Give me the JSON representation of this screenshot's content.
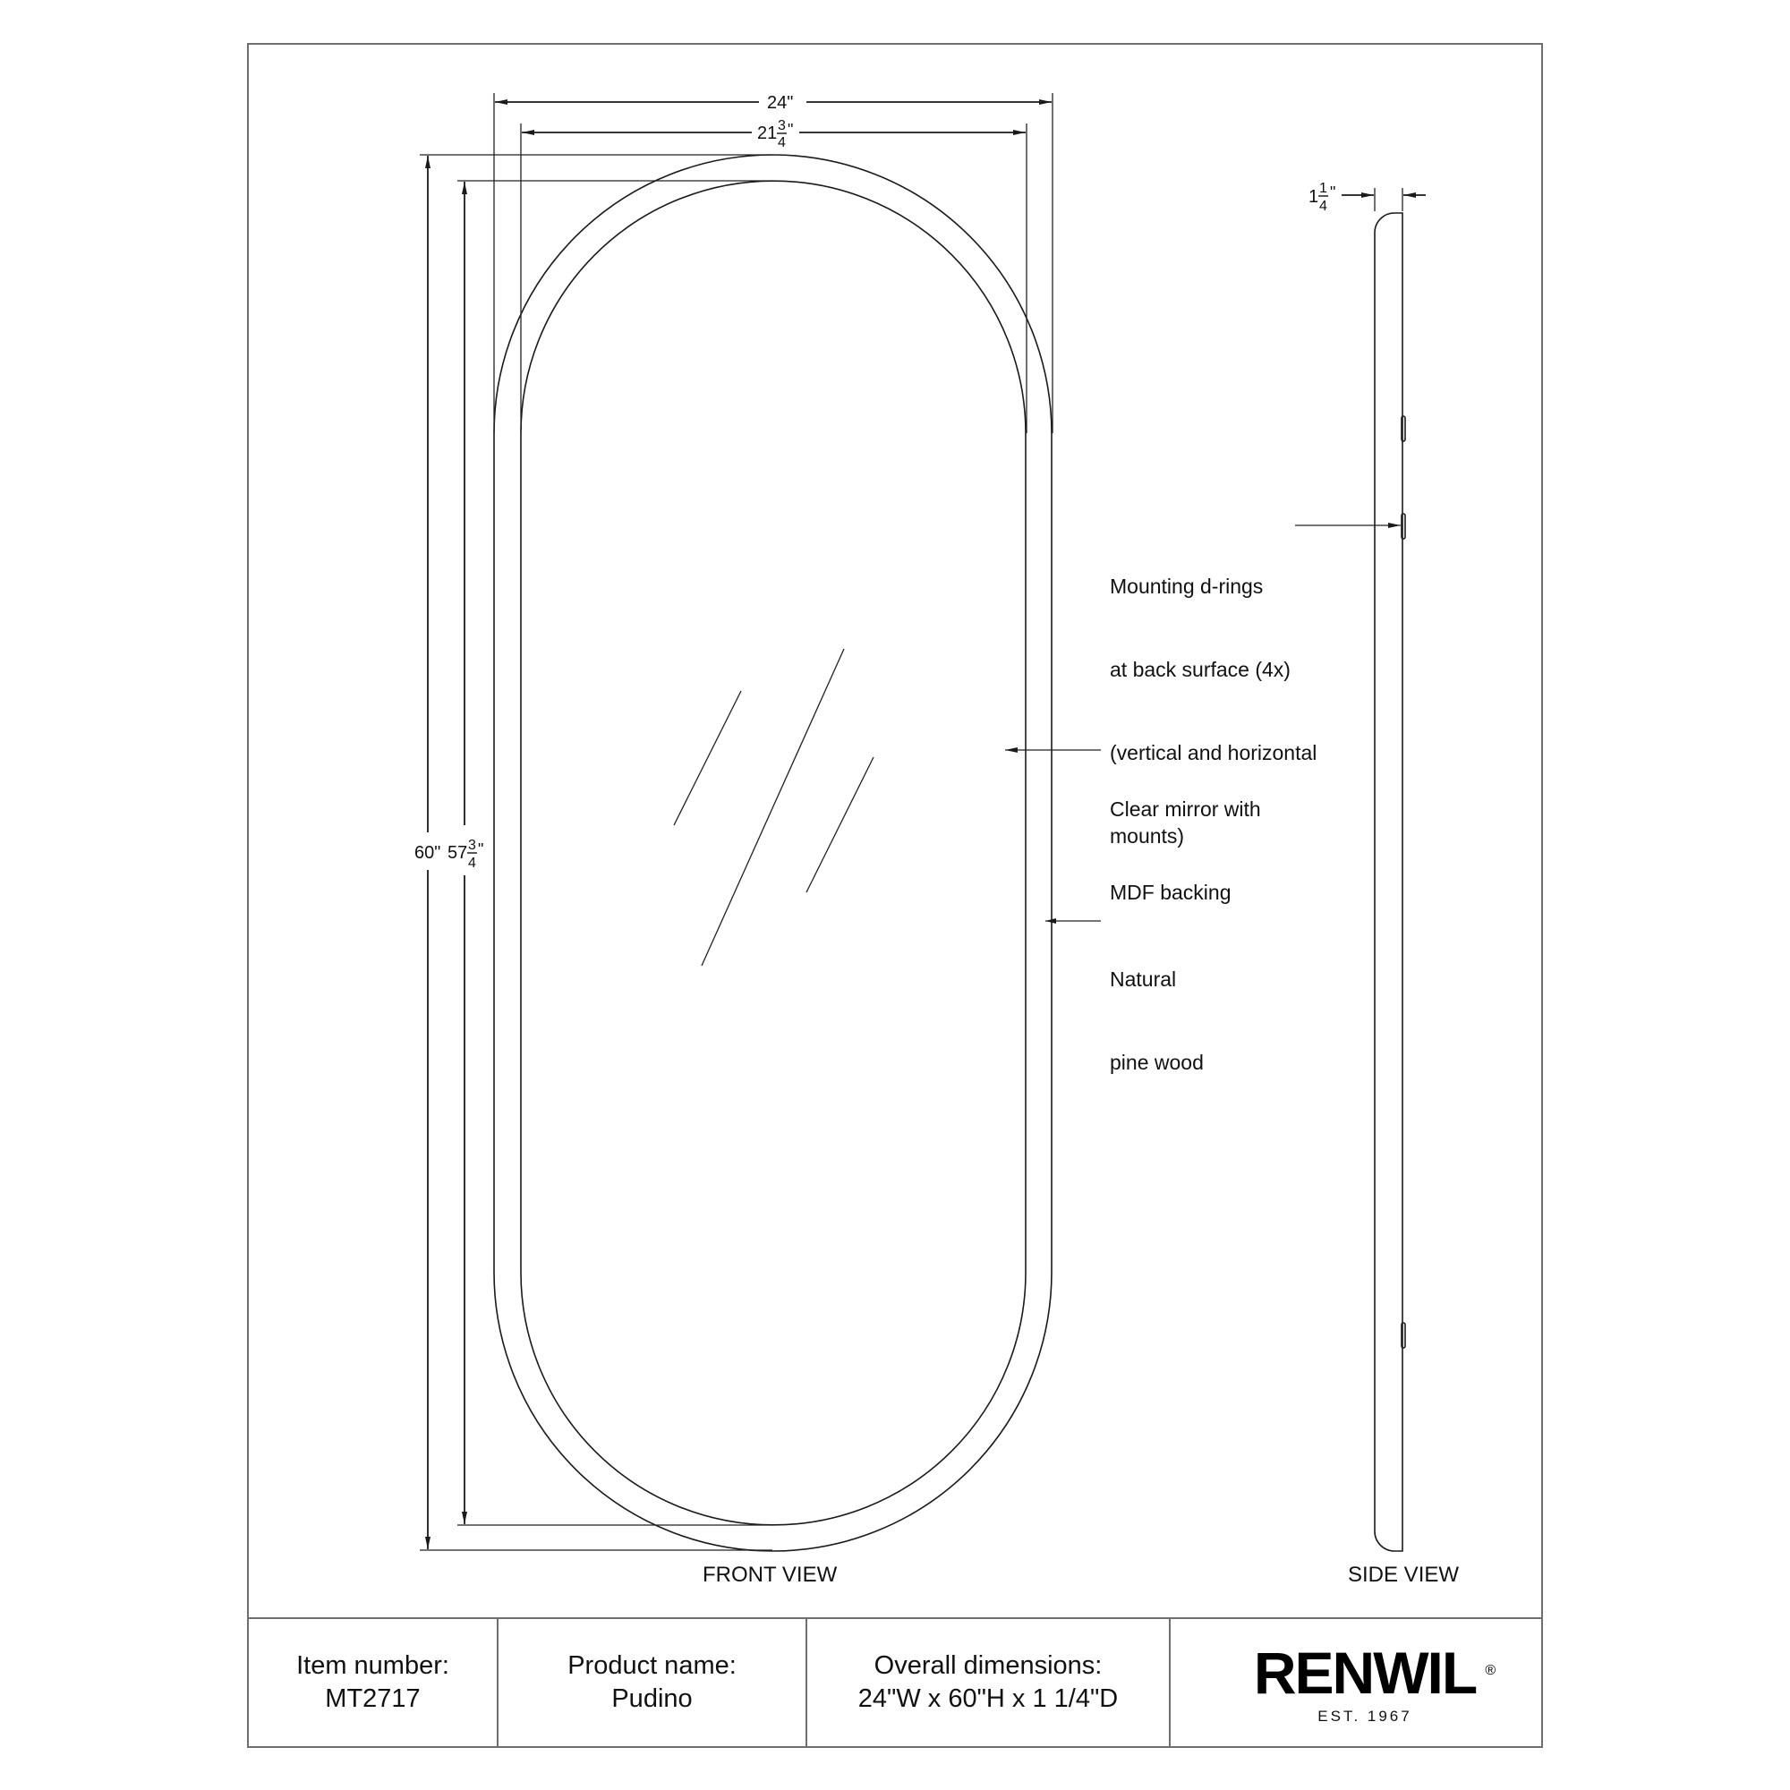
{
  "drawing": {
    "views": {
      "front": {
        "label": "FRONT VIEW"
      },
      "side": {
        "label": "SIDE VIEW"
      }
    },
    "dimensions": {
      "overall_width": {
        "whole": "24",
        "unit": "\""
      },
      "inner_width": {
        "whole": "21",
        "numerator": "3",
        "denominator": "4",
        "unit": "\""
      },
      "overall_height": {
        "whole": "60",
        "unit": "\""
      },
      "inner_height": {
        "whole": "57",
        "numerator": "3",
        "denominator": "4",
        "unit": "\""
      },
      "depth": {
        "whole": "1",
        "numerator": "1",
        "denominator": "4",
        "unit": "\""
      }
    },
    "callouts": [
      {
        "id": "d-rings",
        "lines": [
          "Mounting d-rings",
          "at back surface (4x)",
          "(vertical and horizontal",
          "mounts)"
        ]
      },
      {
        "id": "mirror",
        "lines": [
          "Clear mirror with",
          "MDF backing"
        ]
      },
      {
        "id": "frame",
        "lines": [
          "Natural",
          "pine wood"
        ]
      }
    ],
    "colors": {
      "line": "#1a1a1a",
      "border": "#6e6e6e",
      "background": "#ffffff"
    }
  },
  "title_block": {
    "item_number": {
      "label": "Item number:",
      "value": "MT2717"
    },
    "product_name": {
      "label": "Product name:",
      "value": "Pudino"
    },
    "overall_dimensions": {
      "label": "Overall dimensions:",
      "value": "24\"W x 60\"H x 1 1/4\"D"
    },
    "brand": {
      "name": "RENWIL",
      "registered": "®",
      "tagline": "EST. 1967"
    }
  }
}
